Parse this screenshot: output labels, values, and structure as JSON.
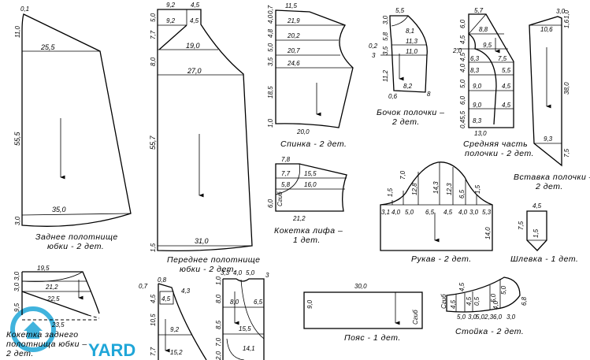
{
  "back_skirt": {
    "title1": "Заднее полотнище",
    "title2": "юбки - 2 дет.",
    "dims": [
      "0,1",
      "11,0",
      "25,5",
      "55,5",
      "35,0",
      "3,0"
    ]
  },
  "front_skirt": {
    "title1": "Переднее полотнище",
    "title2": "юбки - 2 дет.",
    "dims": [
      "9,2",
      "4,5",
      "9,2",
      "4,5",
      "5,0",
      "7,7",
      "8,0",
      "19,0",
      "27,0",
      "55,7",
      "31,0",
      "1,5"
    ]
  },
  "back": {
    "title": "Спинка - 2 дет.",
    "dims": [
      "11,5",
      "0,7",
      "4,0",
      "21,9",
      "4,8",
      "20,2",
      "5,0",
      "20,7",
      "3,5",
      "24,6",
      "18,5",
      "1,0",
      "20,0"
    ]
  },
  "side": {
    "title1": "Бочок полочки –",
    "title2": "2 дет.",
    "dims": [
      "5,5",
      "3,0",
      "5,8",
      "8,1",
      "11,3",
      "0,2",
      "3",
      "3,5",
      "11,0",
      "11,2",
      "8,2",
      "0,6",
      "8"
    ]
  },
  "middle": {
    "title1": "Средняя часть",
    "title2": "полочки - 2 дет.",
    "dims": [
      "5,7",
      "6,0",
      "8,8",
      "4,5",
      "9,5",
      "2,0",
      "4,5",
      "6,3",
      "7,5",
      "4,0",
      "8,3",
      "5,5",
      "5,0",
      "9,0",
      "4,5",
      "6,0",
      "9,0",
      "4,5",
      "5,5",
      "8,3",
      "0,4",
      "13,0"
    ]
  },
  "insert": {
    "title1": "Вставка полочки –",
    "title2": "2 дет.",
    "dims": [
      "3,0",
      "1,6",
      "1,0",
      "10,6",
      "38,0",
      "9,3",
      "7,5"
    ]
  },
  "yoke": {
    "title1": "Кокетка лифа –",
    "title2": "1 дет.",
    "dims": [
      "7,8",
      "7,7",
      "15,5",
      "5,8",
      "16,0",
      "6,0",
      "Сгиб",
      "21,2"
    ]
  },
  "sleeve": {
    "title": "Рукав - 2 дет.",
    "dims": [
      "1,5",
      "7,0",
      "12,8",
      "14,3",
      "12,3",
      "6,5",
      "1,5",
      "3,1",
      "4,0",
      "5,0",
      "6,5",
      "4,5",
      "4,0",
      "3,0",
      "5,3",
      "14,0"
    ]
  },
  "loop": {
    "title": "Шлевка - 1 дет.",
    "dims": [
      "4,5",
      "7,5",
      "1,5"
    ]
  },
  "skirt_yoke": {
    "title1": "Кокетка заднего",
    "title2": "полотнища юбки –",
    "title3": "2 дет.",
    "dims": [
      "19,5",
      "3,0",
      "21,2",
      "3,0",
      "22,5",
      "9,5",
      "23,5"
    ]
  },
  "front_yoke": {
    "dims": [
      "0,7",
      "0,8",
      "4,5",
      "4,3",
      "4,5",
      "10,5",
      "9,2",
      "7,7",
      "15,2"
    ]
  },
  "front_side": {
    "dims": [
      "3,3",
      "4,0",
      "5,0",
      "1,0",
      "3",
      "8,0",
      "8,0",
      "6,5",
      "8,5",
      "15,5",
      "7,0",
      "14,1",
      "2,0"
    ]
  },
  "belt": {
    "title": "Пояс - 1 дет.",
    "dims": [
      "30,0",
      "9,0",
      "Сгиб"
    ]
  },
  "collar": {
    "title": "Стойка - 2 дет.",
    "dims": [
      "Сгиб",
      "4,5",
      "4,5",
      "4,5",
      "0,5",
      "5,0",
      "5,0",
      "4,0",
      "6,8",
      "5,0",
      "3,0",
      "5,0",
      "2,3",
      "6,0",
      "3,0"
    ]
  },
  "watermark": "YARD"
}
